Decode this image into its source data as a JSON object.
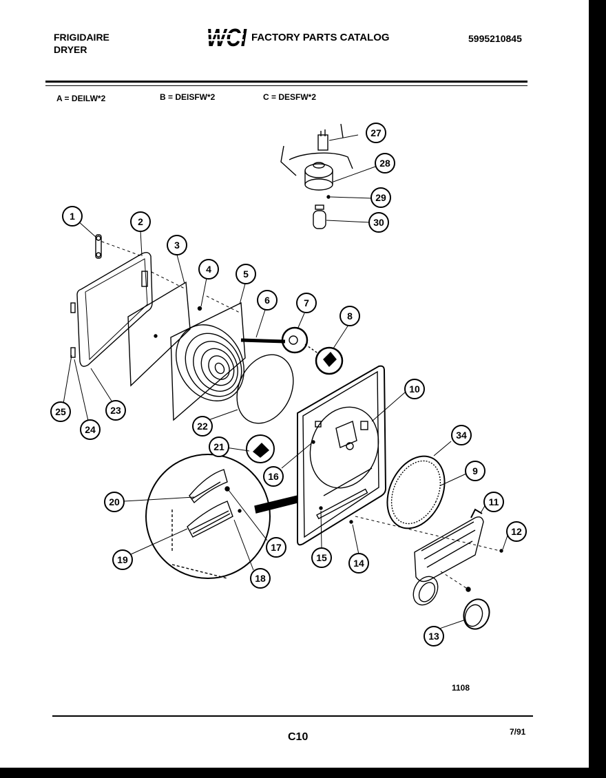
{
  "header": {
    "brand": "FRIGIDAIRE",
    "product": "DRYER",
    "logo": "WCI",
    "catalog_title": "FACTORY PARTS CATALOG",
    "catalog_number": "5995210845"
  },
  "models": [
    "A = DEILW*2",
    "B = DEISFW*2",
    "C = DESFW*2"
  ],
  "callouts": [
    "1",
    "2",
    "3",
    "4",
    "5",
    "6",
    "7",
    "8",
    "9",
    "10",
    "11",
    "12",
    "13",
    "14",
    "15",
    "16",
    "17",
    "18",
    "19",
    "20",
    "21",
    "22",
    "23",
    "24",
    "25",
    "27",
    "28",
    "29",
    "30",
    "34"
  ],
  "footer": {
    "drawing_number": "1108",
    "page_code": "C10",
    "date": "7/91"
  }
}
